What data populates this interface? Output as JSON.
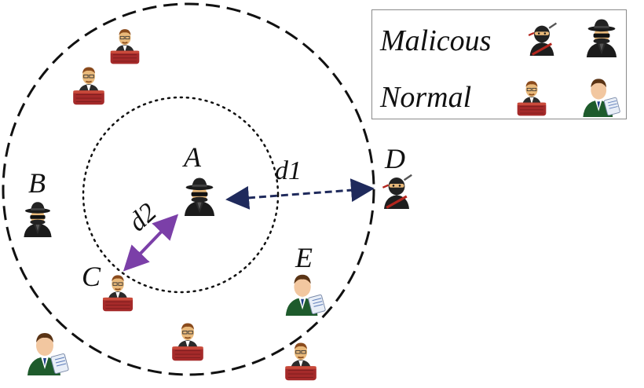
{
  "legend": {
    "malicious_label": "Malicous",
    "normal_label": "Normal"
  },
  "labels": {
    "node_a": "A",
    "node_b": "B",
    "node_c": "C",
    "node_d": "D",
    "node_e": "E",
    "distance_1": "d1",
    "distance_2": "d2"
  },
  "colors": {
    "outer_circle": "#111111",
    "inner_circle": "#111111",
    "arrow_d1": "#1f2a5c",
    "arrow_d2": "#7b3fa8",
    "normal_chair": "#a52a2a",
    "normal_suit": "#1e5b2c"
  },
  "icons": {
    "malicious": [
      "ninja-icon",
      "spy-icon"
    ],
    "normal": [
      "office-worker-icon",
      "businessman-icon"
    ]
  }
}
